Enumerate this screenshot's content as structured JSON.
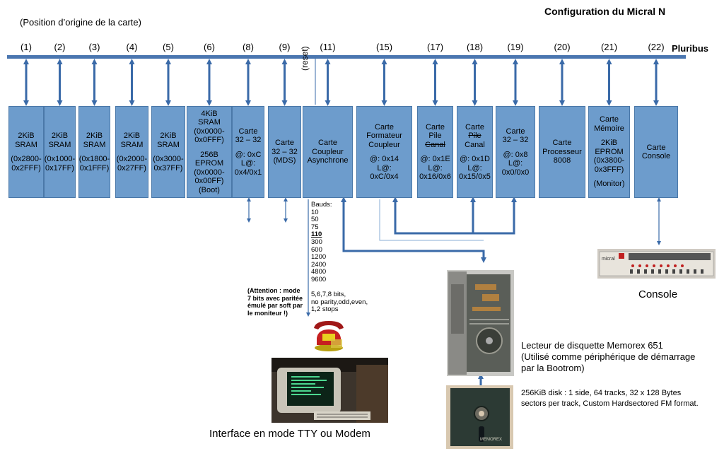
{
  "title": "Configuration du Micral N",
  "subtitle": "(Position d’origine de la carte)",
  "bus_label": "Pluribus",
  "bus_color": "#4a76b0",
  "card_color": "#6d9ccc",
  "slots": [
    "(1)",
    "(2)",
    "(3)",
    "(4)",
    "(5)",
    "(6)",
    "(8)",
    "(9)",
    "(11)",
    "(15)",
    "(17)",
    "(18)",
    "(19)",
    "(20)",
    "(21)",
    "(22)"
  ],
  "cards": [
    {
      "lines": [
        "2KiB",
        "SRAM",
        "",
        "(0x2800-",
        "0x2FFF)"
      ]
    },
    {
      "lines": [
        "2KiB",
        "SRAM",
        "",
        "(0x1000-",
        "0x17FF)"
      ]
    },
    {
      "lines": [
        "2KiB",
        "SRAM",
        "",
        "(0x1800-",
        "0x1FFF)"
      ]
    },
    {
      "lines": [
        "2KiB",
        "SRAM",
        "",
        "(0x2000-",
        "0x27FF)"
      ]
    },
    {
      "lines": [
        "2KiB",
        "SRAM",
        "",
        "(0x3000-",
        "0x37FF)"
      ]
    },
    {
      "lines": [
        "4KiB",
        "SRAM",
        "(0x0000-",
        "0x0FFF)",
        "",
        "256B",
        "EPROM",
        "(0x0000-",
        "0x00FF)",
        "(Boot)"
      ]
    },
    {
      "lines": [
        "Carte",
        "32 – 32",
        "",
        "@: 0xC",
        "L@:",
        "0x4/0x1"
      ]
    },
    {
      "lines": [
        "Carte",
        "32 – 32",
        "(MDS)"
      ]
    },
    {
      "lines": [
        "Carte",
        "Coupleur",
        "Asynchrone"
      ]
    },
    {
      "lines": [
        "Carte",
        "Formateur",
        "Coupleur",
        "",
        "@: 0x14",
        "L@:",
        "0xC/0x4"
      ]
    },
    {
      "lines": [
        "Carte",
        "Pile",
        "Canal",
        "",
        "@: 0x1E",
        "L@:",
        "0x16/0x6"
      ]
    },
    {
      "lines": [
        "Carte",
        "Pile",
        "Canal",
        "",
        "@: 0x1D",
        "L@:",
        "0x15/0x5"
      ]
    },
    {
      "lines": [
        "Carte",
        "32 – 32",
        "",
        "@: 0x8",
        "L@:",
        "0x0/0x0"
      ]
    },
    {
      "lines": [
        "Carte",
        "Processeur",
        "8008"
      ]
    },
    {
      "lines": [
        "Carte",
        "Mémoire",
        "",
        "2KiB",
        "EPROM",
        "(0x3800-",
        "0x3FFF)",
        "",
        "(Monitor)"
      ]
    },
    {
      "lines": [
        "Carte",
        "Console"
      ]
    }
  ],
  "reset_label": "(reset)",
  "bauds_title": "Bauds:",
  "bauds": [
    "10",
    "50",
    "75",
    "110",
    "300",
    "600",
    "1200",
    "2400",
    "4800",
    "9600"
  ],
  "bauds_default": "110",
  "serial_lines": [
    "5,6,7,8 bits,",
    "no parity,odd,even,",
    "1,2 stops"
  ],
  "warning_lines": [
    "(Attention : mode",
    "7 bits avec paritée",
    "émulé par soft par",
    "le moniteur !)"
  ],
  "console_caption": "Console",
  "tty_caption": "Interface en mode TTY ou Modem",
  "floppy_caption": [
    "Lecteur de disquette Memorex 651",
    "(Utilisé comme périphérique de démarrage",
    "par la Bootrom)"
  ],
  "disk_caption": [
    "256KiB disk : 1 side, 64 tracks, 32 x 128 Bytes",
    "sectors per track, Custom Hardsectored FM format."
  ],
  "console_logo": "micral",
  "floppy_brand": "MEMOREX"
}
